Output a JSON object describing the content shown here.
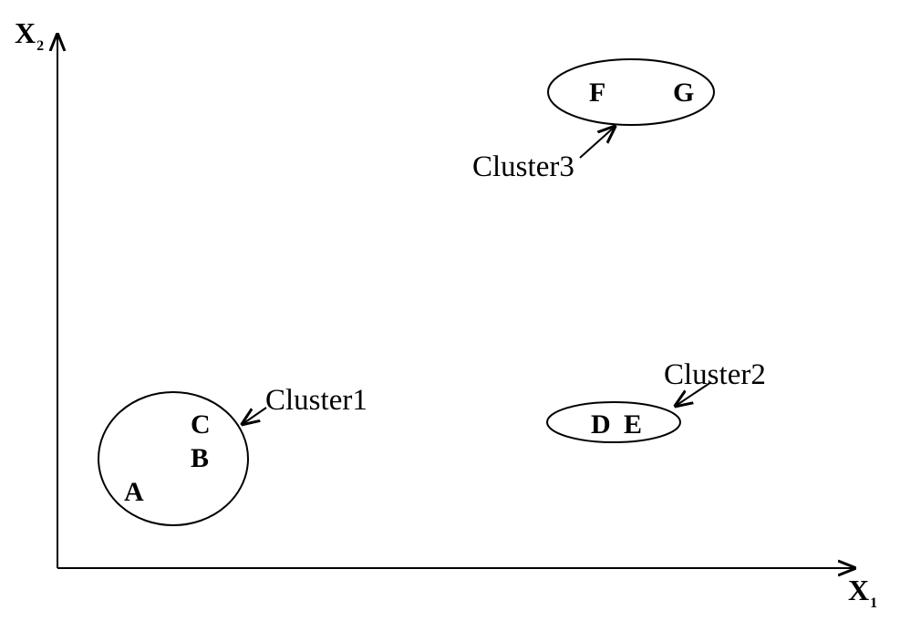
{
  "axes": {
    "x": {
      "name": "X",
      "subscript": "1"
    },
    "y": {
      "name": "X",
      "subscript": "2"
    }
  },
  "points": {
    "a": "A",
    "b": "B",
    "c": "C",
    "d": "D",
    "e": "E",
    "f": "F",
    "g": "G"
  },
  "clusters": {
    "cluster1": {
      "label": "Cluster1",
      "members": [
        "A",
        "B",
        "C"
      ]
    },
    "cluster2": {
      "label": "Cluster2",
      "members": [
        "D",
        "E"
      ]
    },
    "cluster3": {
      "label": "Cluster3",
      "members": [
        "F",
        "G"
      ]
    }
  },
  "colors": {
    "ink": "#000000",
    "background": "#ffffff"
  }
}
